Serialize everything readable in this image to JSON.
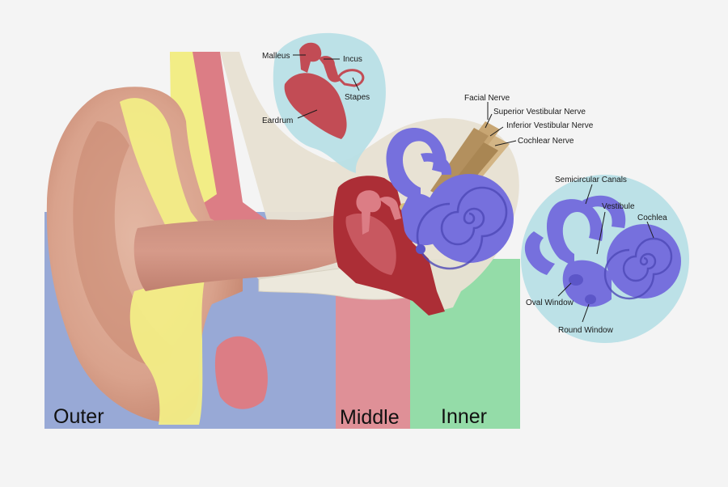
{
  "regions": {
    "outer": "Outer",
    "middle": "Middle",
    "inner": "Inner"
  },
  "ossicles_inset": {
    "malleus": "Malleus",
    "incus": "Incus",
    "stapes": "Stapes",
    "eardrum": "Eardrum"
  },
  "nerves": {
    "facial": "Facial Nerve",
    "superior_vestibular": "Superior Vestibular Nerve",
    "inferior_vestibular": "Inferior Vestibular Nerve",
    "cochlear": "Cochlear Nerve"
  },
  "inner_inset": {
    "semicircular_canals": "Semicircular Canals",
    "vestibule": "Vestibule",
    "cochlea": "Cochlea",
    "oval_window": "Oval Window",
    "round_window": "Round Window"
  },
  "colors": {
    "outer_zone": "#98a9d6",
    "middle_zone": "#df9097",
    "inner_zone": "#94dca8",
    "skin": "#dca793",
    "cartilage": "#f2ed86",
    "bone": "#e7e1d3",
    "labyrinth": "#7670dd",
    "ossicle": "#ac2e36",
    "inset_bg": "#b8dfe6"
  }
}
